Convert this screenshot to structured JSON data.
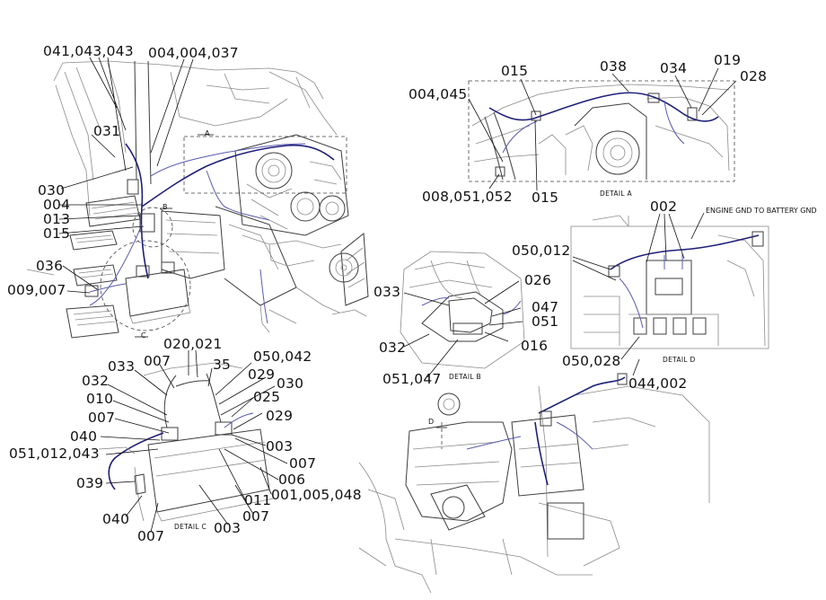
{
  "callouts": {
    "c_041_043_043": "041,043,043",
    "c_004_004_037": "004,004,037",
    "c_031": "031",
    "c_030": "030",
    "c_004_a": "004",
    "c_013": "013",
    "c_015_a": "015",
    "c_036": "036",
    "c_009_007": "009,007",
    "c_015_b": "015",
    "c_038": "038",
    "c_034": "034",
    "c_019": "019",
    "c_028": "028",
    "c_004_045": "004,045",
    "c_008_051_052": "008,051,052",
    "c_015_c": "015",
    "c_002": "002",
    "c_050_012": "050,012",
    "c_033_b": "033",
    "c_026": "026",
    "c_047": "047",
    "c_051": "051",
    "c_032_b": "032",
    "c_016": "016",
    "c_051_047": "051,047",
    "c_050_028": "050,028",
    "c_044_002": "044,002",
    "c_020_021": "020,021",
    "c_007_a": "007",
    "c_033_c": "033",
    "c_35": "35",
    "c_050_042": "050,042",
    "c_029_a": "029",
    "c_030_c": "030",
    "c_032_c": "032",
    "c_010": "010",
    "c_025": "025",
    "c_007_b": "007",
    "c_029_b": "029",
    "c_040_a": "040",
    "c_003_a": "003",
    "c_051_012_043": "051,012,043",
    "c_007_c": "007",
    "c_006": "006",
    "c_039": "039",
    "c_011": "011",
    "c_001_005_048": "001,005,048",
    "c_040_b": "040",
    "c_007_d": "007",
    "c_003_b": "003",
    "c_007_e": "007"
  },
  "captions": {
    "detail_a": "DETAIL A",
    "detail_b": "DETAIL B",
    "detail_c": "DETAIL C",
    "detail_d": "DETAIL D",
    "engine_gnd": "ENGINE GND TO BATTERY GND"
  },
  "view_markers": {
    "a": "A",
    "b": "B",
    "c": "C",
    "d": "D"
  }
}
